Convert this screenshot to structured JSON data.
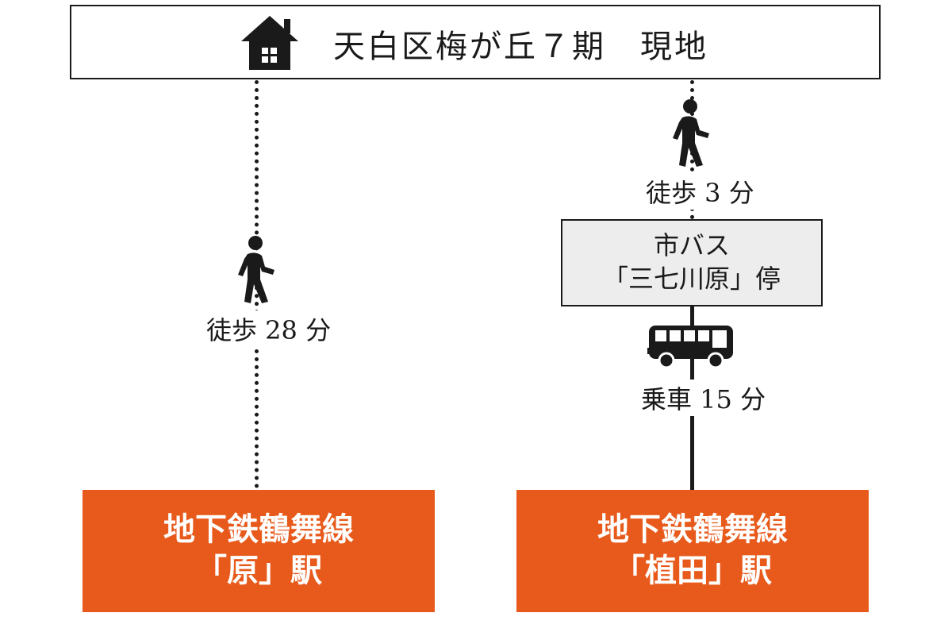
{
  "site": {
    "title": "天白区梅が丘７期　現地",
    "icon": "house-icon"
  },
  "routes": {
    "left": {
      "walk_label": "徒歩 28 分",
      "icon": "walking-person-icon",
      "station_line1": "地下鉄鶴舞線",
      "station_line2": "「原」駅"
    },
    "right": {
      "walk_label": "徒歩 3 分",
      "walk_icon": "walking-person-icon",
      "bus_stop_line1": "市バス",
      "bus_stop_line2": "「三七川原」停",
      "bus_icon": "bus-icon",
      "ride_label": "乗車 15 分",
      "station_line1": "地下鉄鶴舞線",
      "station_line2": "「植田」駅"
    }
  },
  "colors": {
    "station": "#e85a1b",
    "bus_stop": "#ededed",
    "line": "#1a1a1a"
  }
}
